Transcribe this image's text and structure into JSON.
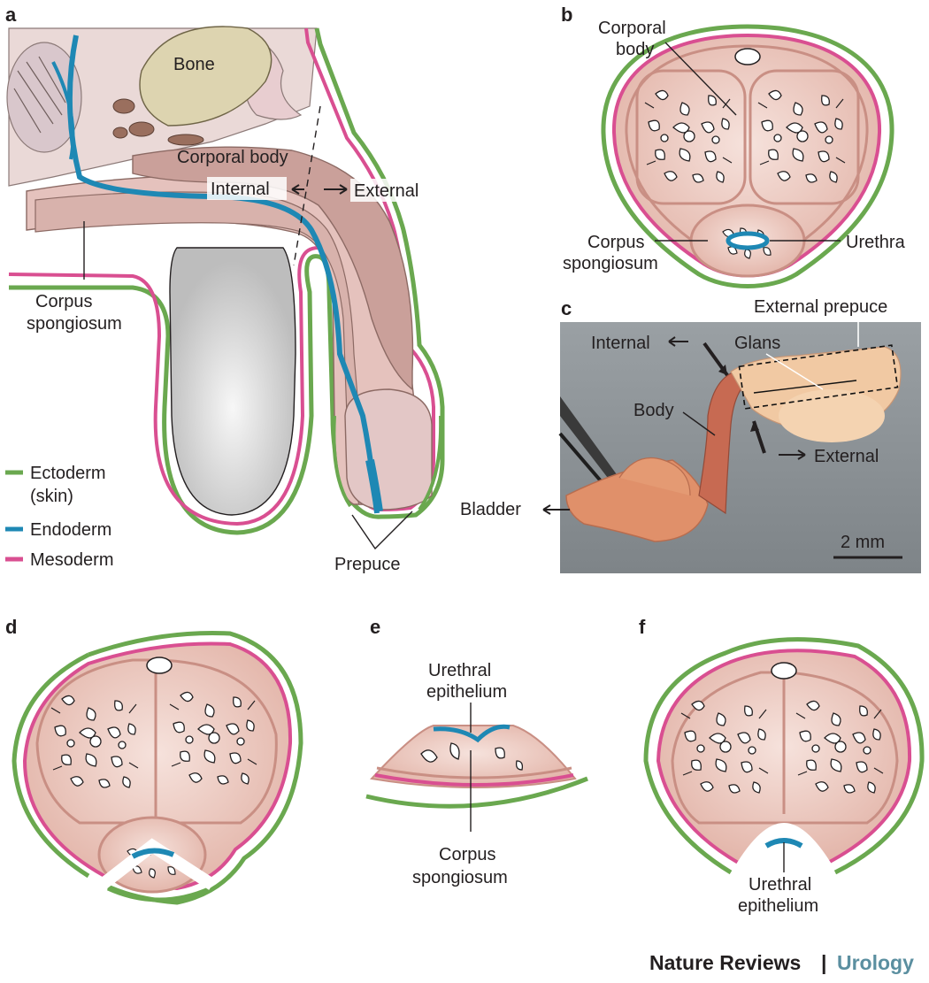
{
  "panels": {
    "a": {
      "letter": "a",
      "labels": {
        "bone": "Bone",
        "corporal_body": "Corporal body",
        "internal": "Internal",
        "external": "External",
        "corpus_line1": "Corpus",
        "corpus_line2": "spongiosum",
        "prepuce": "Prepuce"
      },
      "legend": [
        {
          "line1": "Ectoderm",
          "line2": "(skin)",
          "color": "#6aa84f"
        },
        {
          "line1": "Endoderm",
          "line2": "",
          "color": "#1e88b4"
        },
        {
          "line1": "Mesoderm",
          "line2": "",
          "color": "#d94f91"
        }
      ]
    },
    "b": {
      "letter": "b",
      "labels": {
        "corporal_line1": "Corporal",
        "corporal_line2": "body",
        "corpus_line1": "Corpus",
        "corpus_line2": "spongiosum",
        "urethra": "Urethra"
      }
    },
    "c": {
      "letter": "c",
      "labels": {
        "external_prepuce": "External prepuce",
        "internal": "Internal",
        "glans": "Glans",
        "body": "Body",
        "external": "External",
        "bladder": "Bladder",
        "scale": "2 mm"
      }
    },
    "d": {
      "letter": "d"
    },
    "e": {
      "letter": "e",
      "labels": {
        "urethral_line1": "Urethral",
        "urethral_line2": "epithelium",
        "corpus_line1": "Corpus",
        "corpus_line2": "spongiosum"
      }
    },
    "f": {
      "letter": "f",
      "labels": {
        "urethral_line1": "Urethral",
        "urethral_line2": "epithelium"
      }
    }
  },
  "credit": {
    "journal": "Nature Reviews",
    "separator": "|",
    "section": "Urology"
  },
  "colors": {
    "ectoderm": "#6aa84f",
    "endoderm": "#1e88b4",
    "mesoderm": "#d94f91",
    "tissue": "#e8c3b8",
    "tissue_border": "#c98f84",
    "bone": "#ddd4b0",
    "credit_accent": "#5b8fa0"
  }
}
